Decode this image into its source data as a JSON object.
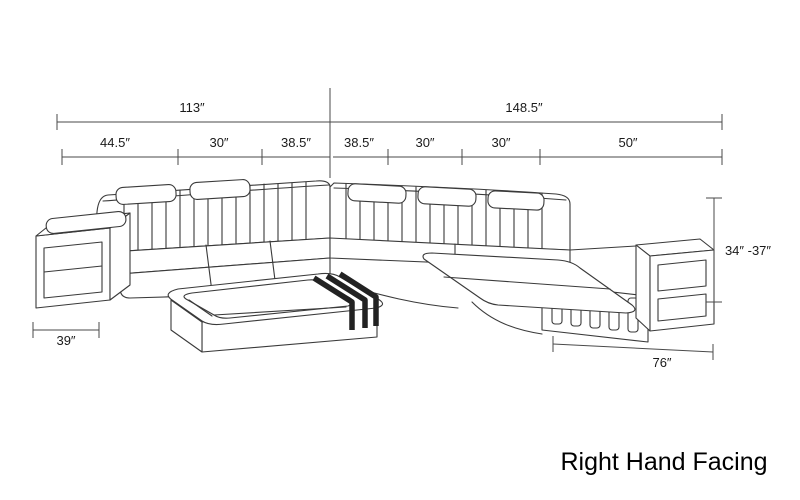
{
  "caption": "Right Hand Facing",
  "dimensions": {
    "left_total": "113″",
    "right_total": "148.5″",
    "left_segments": [
      "44.5″",
      "30″",
      "38.5″"
    ],
    "right_segments": [
      "38.5″",
      "30″",
      "30″",
      "50″"
    ],
    "height_range": "34″ -37″",
    "left_console_depth": "39″",
    "chaise_length": "76″"
  },
  "colors": {
    "background": "#ffffff",
    "line_art": "#3a3a3a",
    "dimension_lines": "#4a4a4a",
    "text": "#1a1a1a"
  }
}
